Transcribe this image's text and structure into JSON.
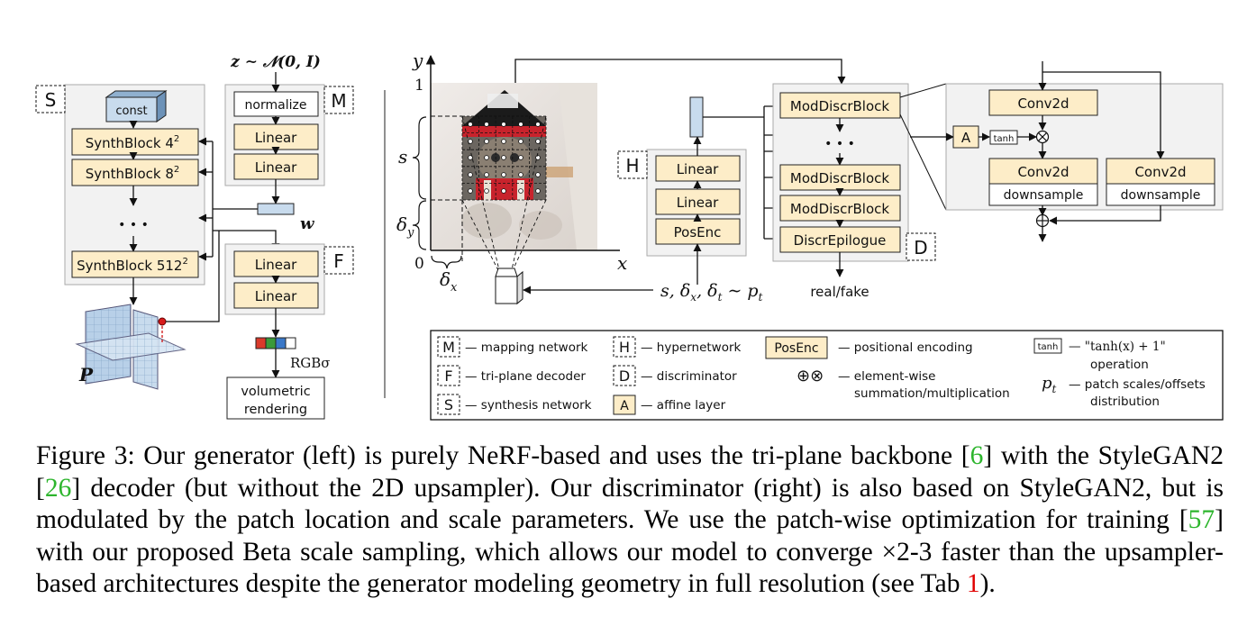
{
  "generator": {
    "z_sample": "z ∼ 𝒩(0, I)",
    "synthesis_tag": "S",
    "mapping_tag": "M",
    "decoder_tag": "F",
    "const_label": "const",
    "normalize_label": "normalize",
    "linear_label": "Linear",
    "synth_prefix": "SynthBlock",
    "synth_blocks": [
      {
        "base": "4",
        "exp": "2"
      },
      {
        "base": "8",
        "exp": "2"
      },
      {
        "base": "512",
        "exp": "2"
      }
    ],
    "dots": "• • •",
    "w_label": "w",
    "triplane_label": "P",
    "rgb_label": "RGBσ",
    "render_line1": "volumetric",
    "render_line2": "rendering",
    "rgb_colors": [
      "#d93a2b",
      "#3a9a3a",
      "#3a78c8",
      "#ffffff"
    ]
  },
  "patch": {
    "y_axis": "y",
    "x_axis": "x",
    "one": "1",
    "zero": "0",
    "s_label": "s",
    "dy_label": "δ",
    "dy_sub": "y",
    "dx_label": "δ",
    "dx_sub": "x",
    "sampling_label": "s, δ",
    "sampling_x": "x",
    "sampling_mid": ", δ",
    "sampling_t": "t",
    "sampling_dist": " ∼ p",
    "sampling_t2": "t"
  },
  "discriminator": {
    "hyper_tag": "H",
    "disc_tag": "D",
    "linear_label": "Linear",
    "posenc_label": "PosEnc",
    "mod_block": "ModDiscrBlock",
    "epilogue": "DiscrEpilogue",
    "dots": "• • •",
    "output": "real/fake",
    "conv": "Conv2d",
    "downsample": "downsample",
    "affine": "A",
    "tanh": "tanh"
  },
  "legend": {
    "items": [
      {
        "tag": "M",
        "text": "— mapping network"
      },
      {
        "tag": "F",
        "text": "— tri-plane decoder"
      },
      {
        "tag": "S",
        "text": "— synthesis network"
      },
      {
        "tag": "H",
        "text": "— hypernetwork"
      },
      {
        "tag": "D",
        "text": "— discriminator"
      },
      {
        "tag": "A",
        "text": "— affine layer"
      }
    ],
    "posenc": "PosEnc",
    "posenc_text": "— positional encoding",
    "ops_symbol": "⊕⊗",
    "ops_text1": "— element-wise",
    "ops_text2": "summation/multiplication",
    "tanh_box": "tanh",
    "tanh_text1": "— \"tanh(x) + 1\"",
    "tanh_text2": "operation",
    "pt_symbol": "p",
    "pt_sub": "t",
    "pt_text1": "— patch scales/offsets",
    "pt_text2": "distribution"
  },
  "caption": {
    "p1": "Figure 3: Our generator (left) is purely NeRF-based and uses the tri-plane backbone [",
    "r1": "6",
    "p2": "] with the StyleGAN2 [",
    "r2": "26",
    "p3": "] decoder (but without the 2D upsampler). Our discriminator (right) is also based on StyleGAN2, but is modulated by the patch location and scale parameters. We use the patch-wise optimization for training [",
    "r3": "57",
    "p4": "] with our proposed Beta scale sampling, which allows our model to converge ×2-3 faster than the upsampler-based architectures despite the generator modeling geometry in full resolution (see Tab ",
    "r4": "1",
    "p5": ")."
  }
}
